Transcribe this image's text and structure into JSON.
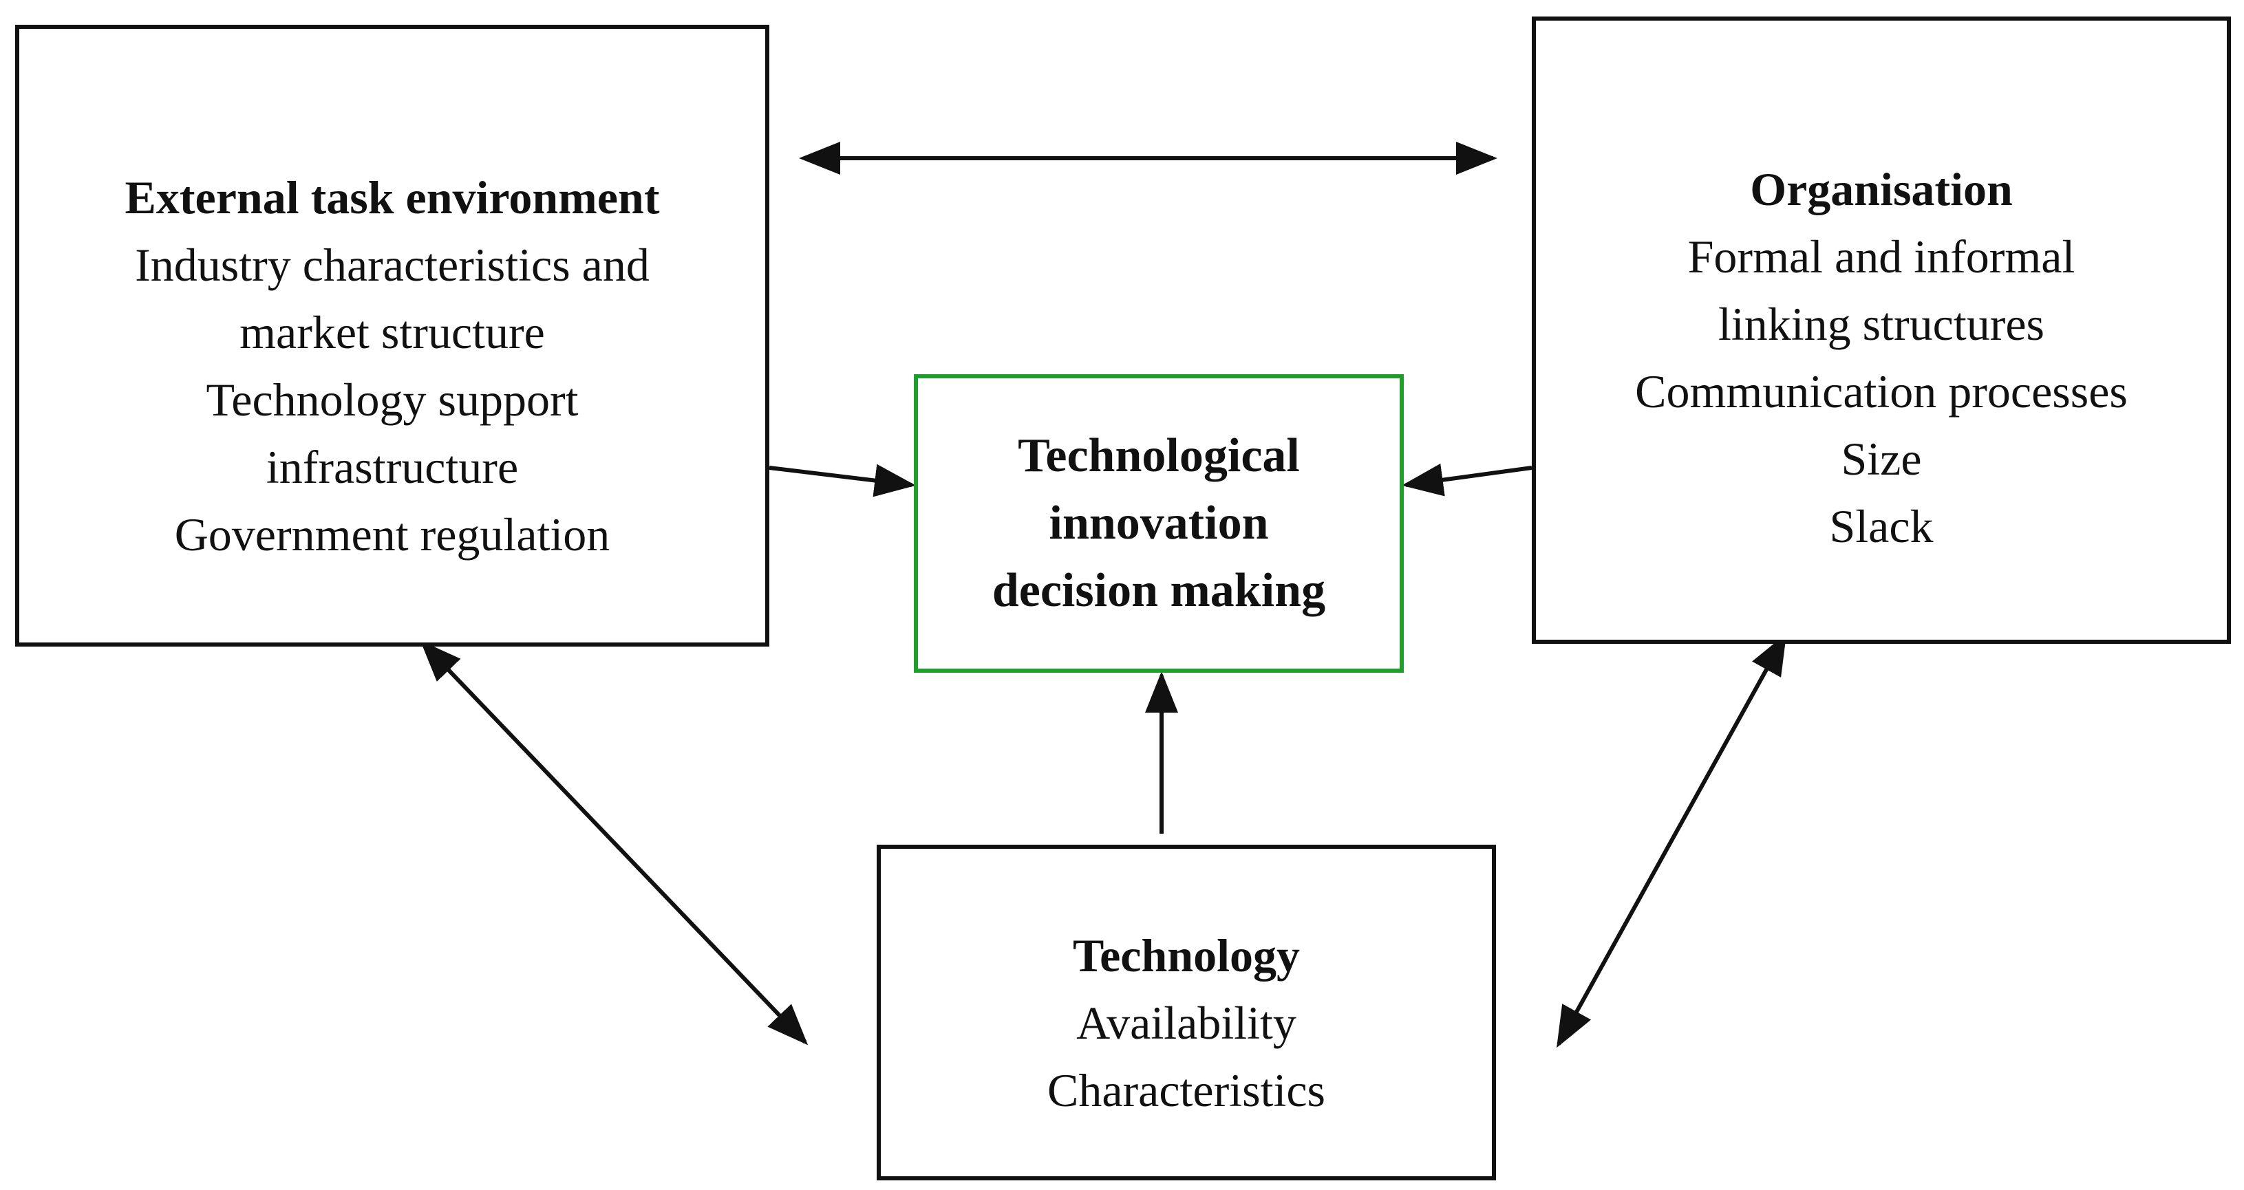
{
  "external": {
    "title": "External task environment",
    "lines": [
      "Industry characteristics and",
      "market structure",
      "Technology support",
      "infrastructure",
      "Government regulation"
    ]
  },
  "organisation": {
    "title": "Organisation",
    "lines": [
      "Formal and informal",
      "linking structures",
      "Communication processes",
      "Size",
      "Slack"
    ]
  },
  "center": {
    "lines": [
      "Technological",
      "innovation",
      "decision making"
    ],
    "border_color": "#1f9e2e"
  },
  "technology": {
    "title": "Technology",
    "lines": [
      "Availability",
      "Characteristics"
    ]
  }
}
